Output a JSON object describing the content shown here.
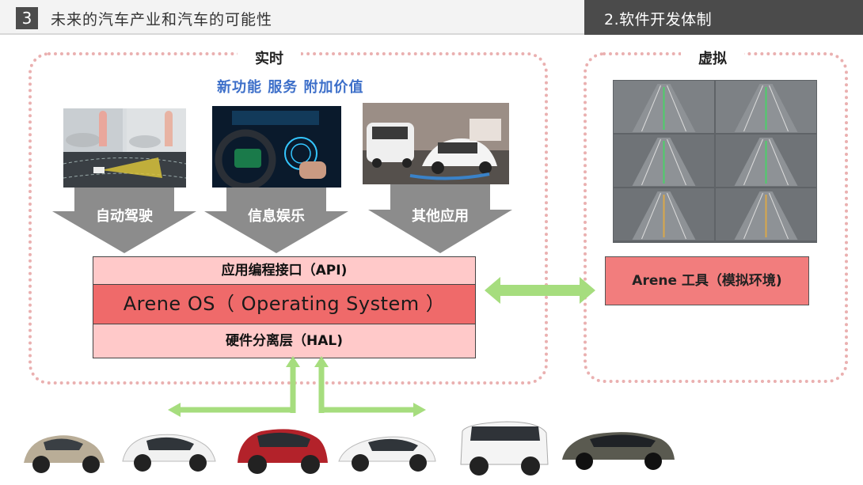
{
  "header": {
    "section_number": "3",
    "title": "未来的汽车产业和汽车的可能性",
    "subtitle": "2.软件开发体制"
  },
  "realtime": {
    "label": "实时",
    "value_text": "新功能 服务 附加价值",
    "categories": [
      "自动驾驶",
      "信息娱乐",
      "其他应用"
    ]
  },
  "virtual": {
    "label": "虚拟",
    "tool_label": "Arene 工具（模拟环境)"
  },
  "stack": {
    "api": "应用编程接口（API)",
    "os": "Arene OS（ Operating System ）",
    "hal": "硬件分离层（HAL)"
  },
  "colors": {
    "arrow_gray": "#8c8c8c",
    "green": "#a6dd7e",
    "pink_light": "#ffc9c9",
    "pink_dark": "#ef6a6a",
    "dotted_frame": "#eab0b0",
    "value_text": "#3d6fc9"
  }
}
